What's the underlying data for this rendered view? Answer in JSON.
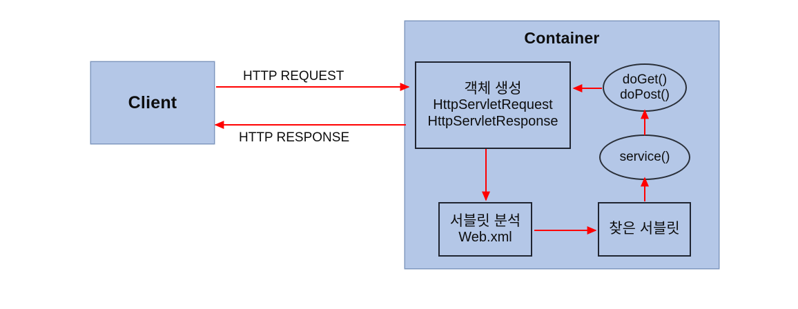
{
  "diagram": {
    "title_node": "Container",
    "client": {
      "label": "Client"
    },
    "edges": {
      "http_request": "HTTP REQUEST",
      "http_response": "HTTP RESPONSE"
    },
    "object_creation": {
      "line1": "객체 생성",
      "line2": "HttpServletRequest",
      "line3": "HttpServletResponse"
    },
    "servlet_analysis": {
      "line1": "서블릿 분석",
      "line2": "Web.xml"
    },
    "found_servlet": {
      "label": "찾은 서블릿"
    },
    "service_ellipse": {
      "label": "service()"
    },
    "doget_ellipse": {
      "line1": "doGet()",
      "line2": "doPost()"
    }
  },
  "colors": {
    "panel_fill": "#b4c7e7",
    "panel_stroke": "#7d95bd",
    "node_stroke": "#1f2430",
    "arrow": "#ff0000",
    "text": "#0d0d0d",
    "background": "#ffffff"
  }
}
